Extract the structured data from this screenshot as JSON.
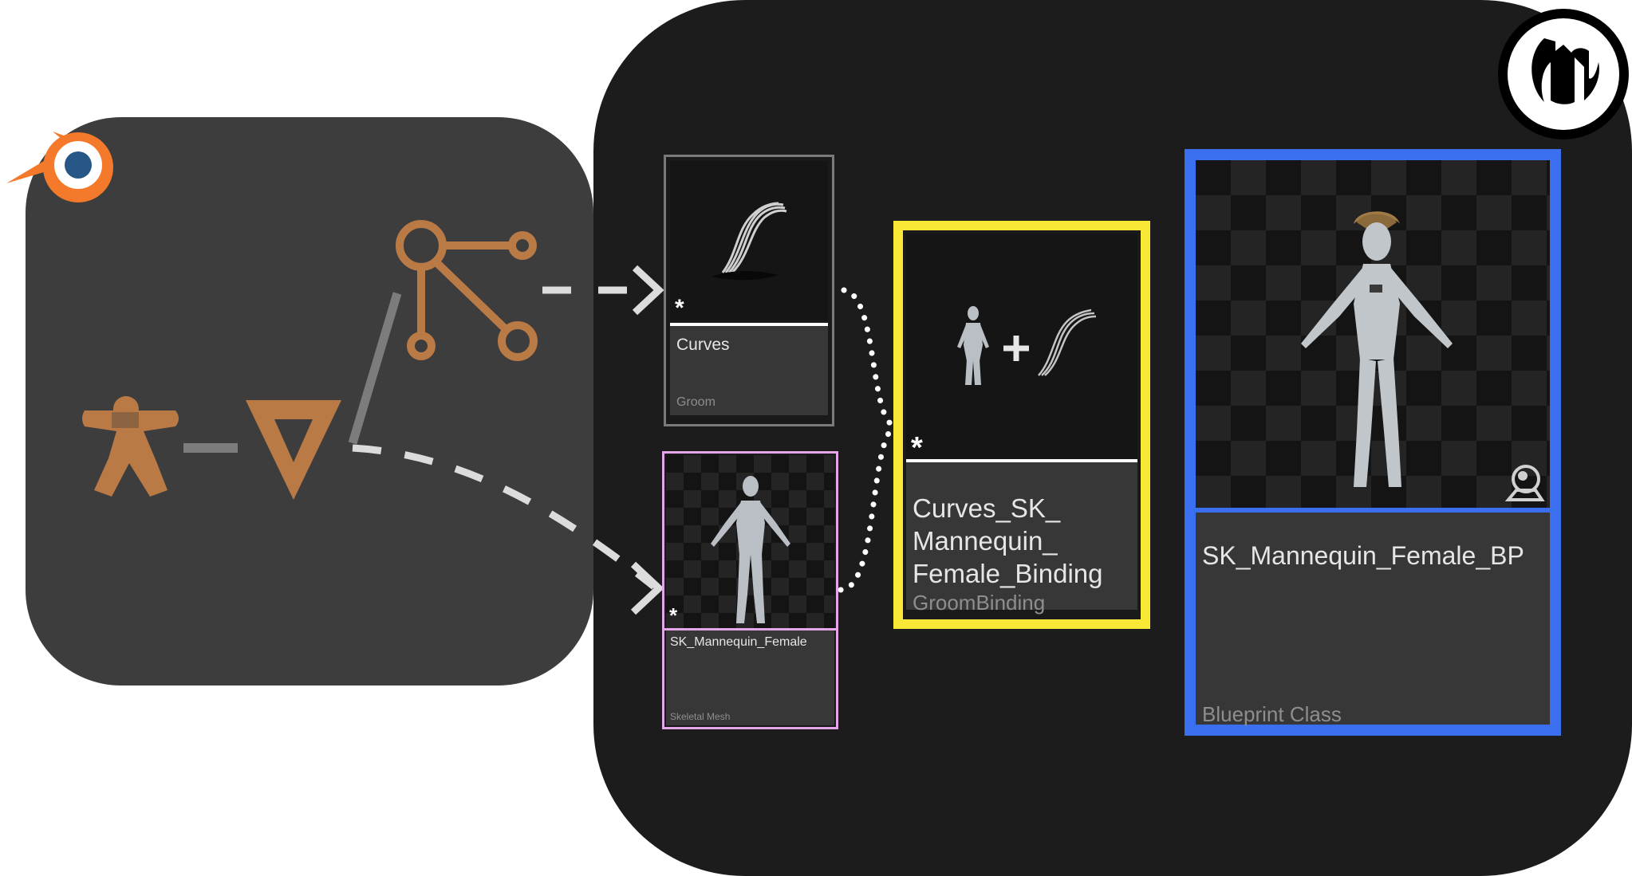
{
  "colors": {
    "background": "#ffffff",
    "blender_panel": "#3d3d3d",
    "unreal_panel": "#1c1c1c",
    "blender_orange": "#b97a45",
    "blender_logo_orange": "#f5792a",
    "blender_logo_blue": "#265787",
    "groom_border": "#7a7a7a",
    "skeletal_border": "#e6a4e9",
    "binding_border": "#f9e835",
    "blueprint_border": "#3a6ff0",
    "arrow": "#dcdcdc"
  },
  "logos": {
    "blender": "blender-logo",
    "unreal": "unreal-engine-logo"
  },
  "icons": {
    "armature": "armature-icon",
    "mesh": "mesh-vertex-icon",
    "curves": "curves-node-icon",
    "groom_thumbnail": "hair-strands-icon",
    "binding_thumbnail": "mannequin-plus-hair-icon",
    "blueprint_badge": "blueprint-sphere-icon",
    "asset_badge": "asterisk-icon"
  },
  "assets": {
    "groom": {
      "title": "Curves",
      "type": "Groom"
    },
    "skeletal_mesh": {
      "title": "SK_Mannequin_Female",
      "type": "Skeletal Mesh"
    },
    "groom_binding": {
      "title": "Curves_SK_\nMannequin_\nFemale_Binding",
      "type": "GroomBinding"
    },
    "blueprint": {
      "title": "SK_Mannequin_Female_BP",
      "type": "Blueprint Class"
    }
  }
}
